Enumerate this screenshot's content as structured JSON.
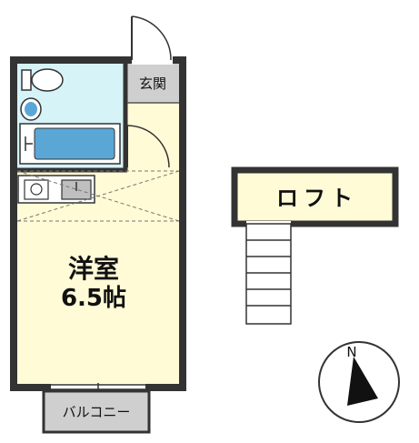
{
  "plan": {
    "rooms": {
      "western_room": {
        "name": "洋室",
        "size": "6.5帖"
      },
      "entrance": "玄関",
      "balcony": "バルコニー",
      "loft": "ロフト"
    },
    "compass": {
      "north_label": "N"
    },
    "colors": {
      "wall": "#333333",
      "bath_fill": "#d6f3f8",
      "room_fill": "#fffbd6",
      "entrance_fill": "#cfcfcf",
      "fixture_blue": "#5aa7d6",
      "loft_fill": "#fffbd6"
    }
  }
}
